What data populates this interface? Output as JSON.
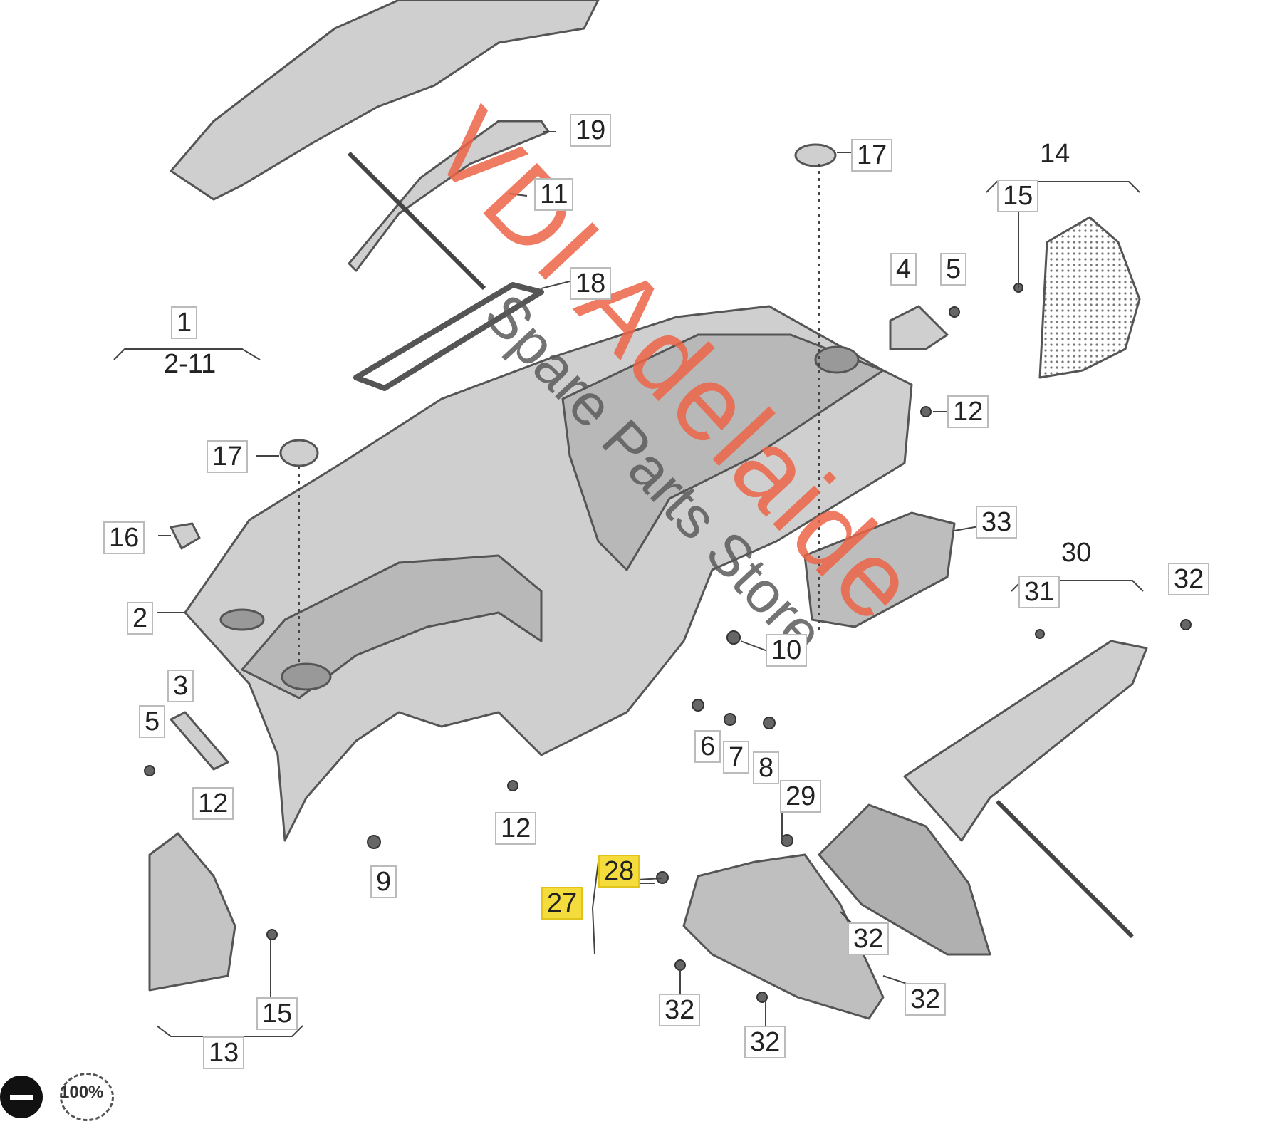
{
  "callouts": {
    "c1": "1",
    "c2_11": "2-11",
    "c2": "2",
    "c3": "3",
    "c4": "4",
    "c5a": "5",
    "c5b": "5",
    "c6": "6",
    "c7": "7",
    "c8": "8",
    "c9": "9",
    "c10": "10",
    "c11": "11",
    "c12a": "12",
    "c12b": "12",
    "c12c": "12",
    "c13": "13",
    "c14": "14",
    "c15a": "15",
    "c15b": "15",
    "c16": "16",
    "c17a": "17",
    "c17b": "17",
    "c18": "18",
    "c19": "19",
    "c27": "27",
    "c28": "28",
    "c29": "29",
    "c30": "30",
    "c31": "31",
    "c32a": "32",
    "c32b": "32",
    "c32c": "32",
    "c32d": "32",
    "c32e": "32",
    "c33": "33"
  },
  "watermark": {
    "line1": "VDI Adelaide",
    "line2": "Spare Parts Store"
  },
  "viewer": {
    "zoom_label": "100%"
  },
  "colors": {
    "highlight": "#f3dc3c",
    "watermark_red": "#eb6446",
    "part_fill": "#c9c9c9",
    "part_stroke": "#555555"
  }
}
